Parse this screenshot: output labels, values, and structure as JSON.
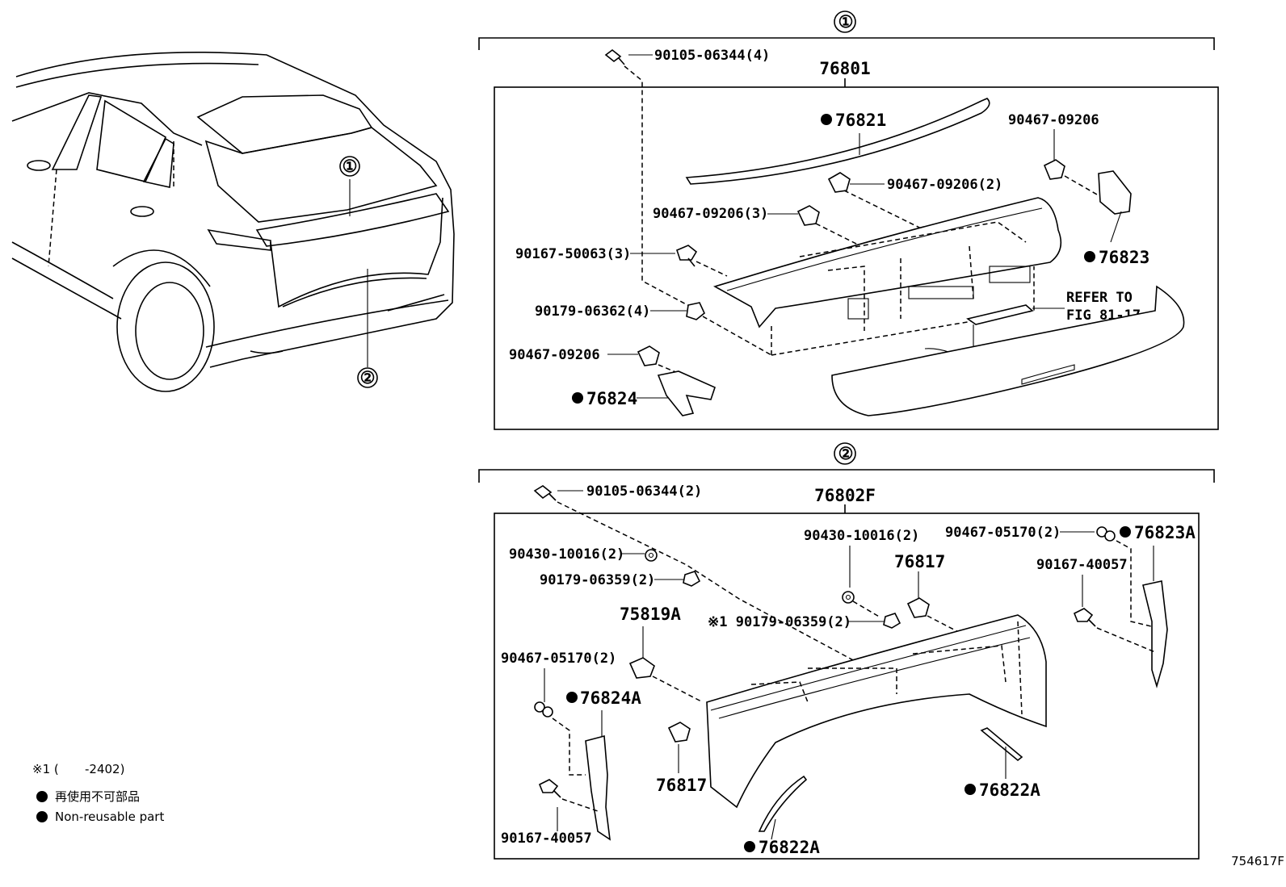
{
  "sections": {
    "s1_marker": "①",
    "s2_marker": "②"
  },
  "car": {
    "callout_1": "①",
    "callout_2": "②"
  },
  "group1": {
    "assembly": "76801",
    "parts": {
      "p90105": "90105-06344(4)",
      "p76821": "76821",
      "p90467_single": "90467-09206",
      "p90467_2": "90467-09206(2)",
      "p90467_3": "90467-09206(3)",
      "p90167": "90167-50063(3)",
      "p76823": "76823",
      "p90179": "90179-06362(4)",
      "p90467_b": "90467-09206",
      "p76824": "76824",
      "refer_1": "REFER TO",
      "refer_2": "FIG 81-17"
    }
  },
  "group2": {
    "assembly": "76802F",
    "parts": {
      "p90105": "90105-06344(2)",
      "p90430_a": "90430-10016(2)",
      "p90179_a": "90179-06359(2)",
      "p90430_b": "90430-10016(2)",
      "p76817_a": "76817",
      "p90467_05170_a": "90467-05170(2)",
      "p76823A": "76823A",
      "p90167_40057_a": "90167-40057",
      "p75819A": "75819A",
      "p90179_b": "※1 90179-06359(2)",
      "p90467_05170_b": "90467-05170(2)",
      "p76824A": "76824A",
      "p76817_b": "76817",
      "p76822A_a": "76822A",
      "p90167_40057_b": "90167-40057",
      "p76822A_b": "76822A"
    }
  },
  "legend": {
    "note1_prefix": "※1 (",
    "note1_value": "-2402)",
    "jp": "再使用不可部品",
    "en": "Non-reusable part"
  },
  "figure_id": "754617F"
}
